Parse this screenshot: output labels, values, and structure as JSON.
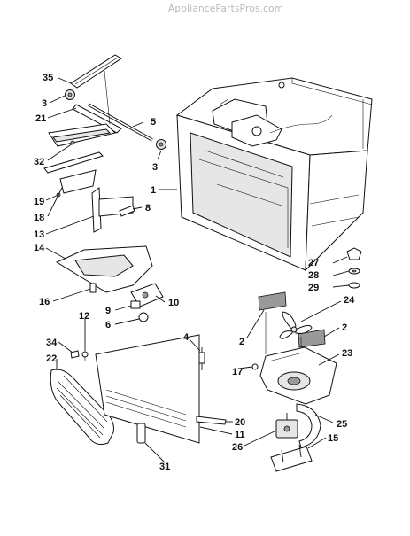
{
  "watermark": "AppliancePartsPros.com",
  "callouts": [
    {
      "id": "c35",
      "text": "35"
    },
    {
      "id": "c3a",
      "text": "3"
    },
    {
      "id": "c21",
      "text": "21"
    },
    {
      "id": "c5",
      "text": "5"
    },
    {
      "id": "c3b",
      "text": "3"
    },
    {
      "id": "c32",
      "text": "32"
    },
    {
      "id": "c1",
      "text": "1"
    },
    {
      "id": "c19",
      "text": "19"
    },
    {
      "id": "c18",
      "text": "18"
    },
    {
      "id": "c8",
      "text": "8"
    },
    {
      "id": "c13",
      "text": "13"
    },
    {
      "id": "c14",
      "text": "14"
    },
    {
      "id": "c16",
      "text": "16"
    },
    {
      "id": "c10",
      "text": "10"
    },
    {
      "id": "c9",
      "text": "9"
    },
    {
      "id": "c6",
      "text": "6"
    },
    {
      "id": "c12",
      "text": "12"
    },
    {
      "id": "c34",
      "text": "34"
    },
    {
      "id": "c22",
      "text": "22"
    },
    {
      "id": "c4",
      "text": "4"
    },
    {
      "id": "c27",
      "text": "27"
    },
    {
      "id": "c28",
      "text": "28"
    },
    {
      "id": "c29",
      "text": "29"
    },
    {
      "id": "c24",
      "text": "24"
    },
    {
      "id": "c2a",
      "text": "2"
    },
    {
      "id": "c2b",
      "text": "2"
    },
    {
      "id": "c23",
      "text": "23"
    },
    {
      "id": "c17",
      "text": "17"
    },
    {
      "id": "c25",
      "text": "25"
    },
    {
      "id": "c15",
      "text": "15"
    },
    {
      "id": "c20",
      "text": "20"
    },
    {
      "id": "c11",
      "text": "11"
    },
    {
      "id": "c26",
      "text": "26"
    },
    {
      "id": "c31",
      "text": "31"
    }
  ]
}
